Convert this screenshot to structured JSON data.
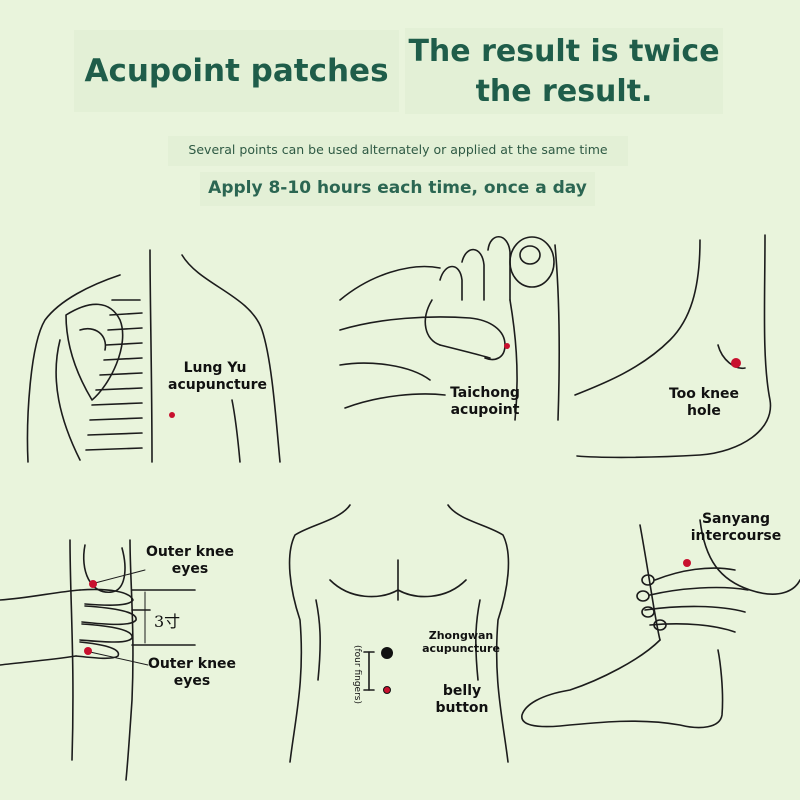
{
  "header": {
    "title_left": "Acupoint patches",
    "title_right": "The result is twice the result.",
    "subtitle": "Several points can be used alternately or applied at the same time",
    "instruction": "Apply 8-10 hours each time, once a day"
  },
  "points": {
    "lung_yu": "Lung Yu acupuncture",
    "taichong": "Taichong acupoint",
    "too_knee": "Too knee hole",
    "outer_knee_top": "Outer knee eyes",
    "outer_knee_bottom": "Outer knee eyes",
    "zhongwan": "Zhongwan acupuncture",
    "belly_button": "belly button",
    "sanyang": "Sanyang intercourse"
  },
  "measures": {
    "three_cun": "3寸",
    "four_fingers": "(four fingers)"
  },
  "colors": {
    "background": "#e9f4dc",
    "title": "#1f5d4a",
    "point": "#c8102e"
  }
}
